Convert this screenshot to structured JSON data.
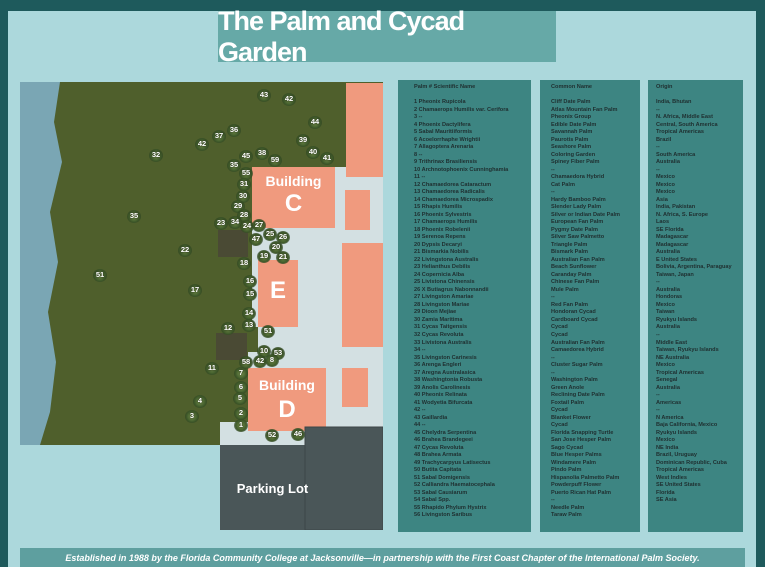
{
  "title": "The Palm and Cycad Garden",
  "map": {
    "buildings": {
      "c_word": "Building",
      "c_letter": "C",
      "e_letter": "E",
      "d_word": "Building",
      "d_letter": "D",
      "parking": "Parking Lot"
    },
    "markers": [
      "43",
      "42",
      "44",
      "36",
      "37",
      "42",
      "39",
      "40",
      "41",
      "45",
      "38",
      "59",
      "35",
      "55",
      "31",
      "30",
      "29",
      "28",
      "23",
      "34",
      "24",
      "27",
      "25",
      "26",
      "47",
      "20",
      "19",
      "21",
      "22",
      "18",
      "17",
      "16",
      "15",
      "14",
      "13",
      "12",
      "51",
      "10",
      "53",
      "58",
      "42",
      "8",
      "11",
      "7",
      "6",
      "5",
      "4",
      "3",
      "2",
      "1",
      "52",
      "46",
      "51",
      "35",
      "32"
    ],
    "colors": {
      "lawn": "#4f5f2c",
      "water": "#7aa6b4",
      "building": "#f09a7e",
      "pavement": "#d3e0e2",
      "parking": "#4a5658"
    }
  },
  "table": {
    "scientific_header": "Palm # Scientific Name",
    "common_header": "Common Name",
    "origin_header": "Origin",
    "scientific": [
      "1 Pheonix Rupicola",
      "2 Chamaerops Humilis var. Cerifora",
      "3 --",
      "4 Phoenix Dactylifera",
      "5 Sabal Mauritiiformis",
      "6 Acoelorrhaphe Wrightii",
      "7 Allagoptera Arenaria",
      "8 --",
      "9 Trithrinax Brasiliensis",
      "10 Archnotophoenix Cunninghamia",
      "11 --",
      "12 Chamaedorea Cataractum",
      "13 Chamaedorea Radicalis",
      "14 Chamaedorea Microspadix",
      "15 Rhapis Humilis",
      "16 Phoenix Sylvestris",
      "17 Chamaerops Humilis",
      "18 Phoenix Robelenii",
      "19 Serenoa Repens",
      "20 Dypsis Decaryi",
      "21 Bismarkia Nobilis",
      "22 Livingstona Australis",
      "23 Helianthus Debilis",
      "24 Copernicia Alba",
      "25 Livistona Chinensis",
      "26 X Butiagrus Nabonnandii",
      "27 Livingston Amariae",
      "28 Livingston Mariae",
      "29 Dioon Mejiae",
      "30 Zamia Maritima",
      "31 Cycas Taitgensis",
      "32 Cycas Revoluta",
      "33 Livistona Australis",
      "34 --",
      "35 Livingston Carinesis",
      "36 Arenga Engleri",
      "37 Aregna Australasica",
      "38 Washingtonia Robusta",
      "39 Anolis Carolinesis",
      "40 Pheonix Relinata",
      "41 Wodyetia Bifurcata",
      "42 --",
      "43 Gaillardia",
      "44 --",
      "45 Chelydra Serpentina",
      "46 Brahea Brandegeei",
      "47 Cycas Revoluta",
      "48 Brahea Armata",
      "49 Trachycarpyus Latisectus",
      "50 Butita Capitata",
      "51 Sabal Domigensis",
      "52 Calliandra Haematocephala",
      "53 Sabal Causiarum",
      "54 Sabal Spp.",
      "55 Rhapido Phylum Hystrix",
      "56 Livingston Saribus"
    ],
    "common": [
      "Cliff Date Palm",
      "Atlas Mountain Fan Palm",
      "Pheonix Group",
      "Edible Date Palm",
      "Savannah Palm",
      "Paurotis Palm",
      "Seashore Palm",
      "Coloring Garden",
      "Spiney Fiber Palm",
      "--",
      "Chamaedora Hybrid",
      "Cat Palm",
      "--",
      "Hardy Bamboo Palm",
      "Slender Lady Palm",
      "Silver or Indian Date Palm",
      "European Fan Palm",
      "Pygmy Date Palm",
      "Silver Saw Palmetto",
      "Triangle Palm",
      "Bismark Palm",
      "Australian Fan Palm",
      "Beach Sunflower",
      "Caranday Palm",
      "Chinese Fan Palm",
      "Mule Palm",
      "--",
      "Red Fan Palm",
      "Hondoran Cycad",
      "Cardboard Cycad",
      "Cycad",
      "Cycad",
      "Australian Fan Palm",
      "Camaedorea Hybrid",
      "--",
      "Cluster Sugar Palm",
      "--",
      "Washington Palm",
      "Green Anole",
      "Reclining Date Palm",
      "Foxtail Palm",
      "Cycad",
      "Blanket Flower",
      "Cycad",
      "Florida Snapping Turtle",
      "San Jose Hesper Palm",
      "Sago Cycad",
      "Blue Hesper Palms",
      "Windamere Palm",
      "Pindo Palm",
      "Hispanolia Palmetto Palm",
      "Powderpuff Flower",
      "Puerto Rican Hat Palm",
      "--",
      "Needle Palm",
      "Taraw Palm"
    ],
    "origin": [
      "India, Bhutan",
      "--",
      "N. Africa, Middle East",
      "Central, South America",
      "Tropical Americas",
      "Brazil",
      "--",
      "South America",
      "Australia",
      "--",
      "Mexico",
      "Mexico",
      "Mexico",
      "Asia",
      "India, Pakistan",
      "N. Africa, S. Europe",
      "Laos",
      "SE Florida",
      "Madagascar",
      "Madagascar",
      "Australia",
      "E United States",
      "Bolivia, Argentina, Paraguay",
      "Taiwan, Japan",
      "--",
      "Australia",
      "Hondoras",
      "Mexico",
      "Taiwan",
      "Ryukyu Islands",
      "Australia",
      "--",
      "Middle East",
      "Taiwan, Ryukyu Islands",
      "NE Australia",
      "Mexico",
      "Tropical Americas",
      "Senegal",
      "Australia",
      "--",
      "Americas",
      "--",
      "N America",
      "Baja California, Mexico",
      "Ryukyu Islands",
      "Mexico",
      "NE India",
      "Brazil, Uruguay",
      "Dominican Republic, Cuba",
      "Tropical Americas",
      "West Indies",
      "SE United States",
      "Florida",
      "SE Asia"
    ]
  },
  "footer": "Established in 1988 by the Florida Community College at Jacksonville—in partnership with the First Coast Chapter of the International Palm Society."
}
